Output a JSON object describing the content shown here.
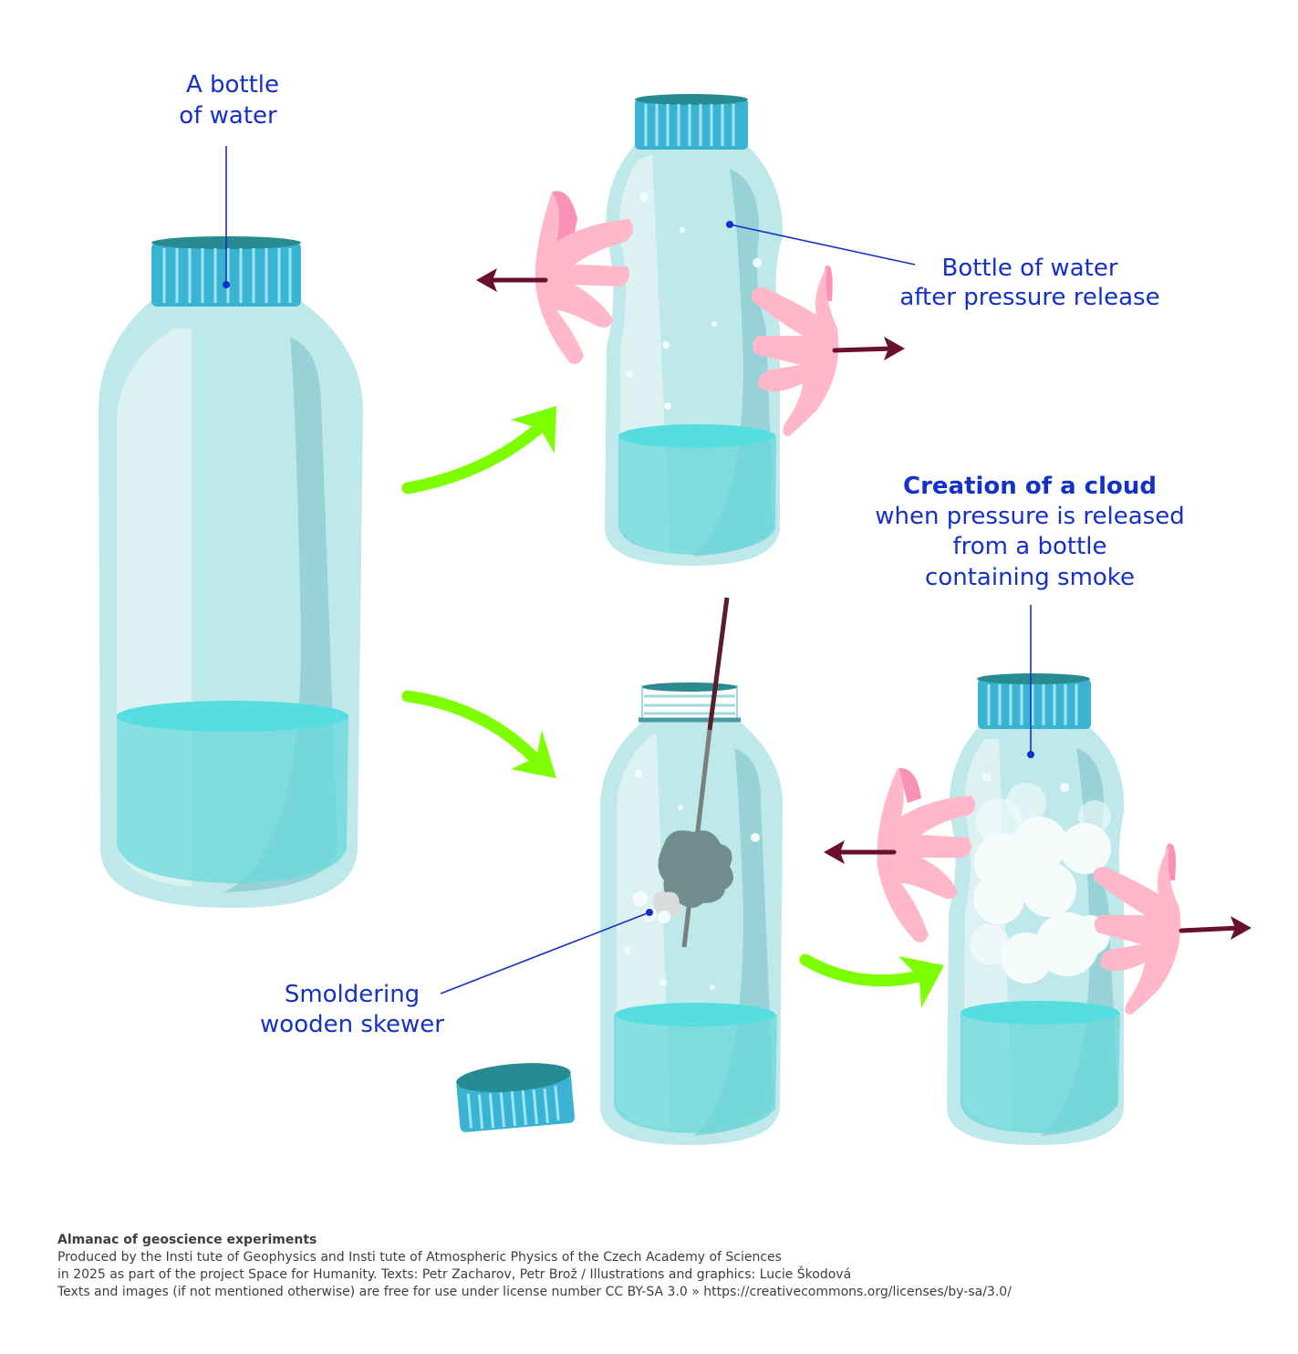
{
  "labels": {
    "bottle": [
      "A bottle",
      "of water"
    ],
    "after_release": [
      "Bottle of water",
      "after pressure release"
    ],
    "cloud_title": "Creation of a cloud",
    "cloud_desc": [
      "when pressure is released",
      "from a bottle",
      "containing smoke"
    ],
    "skewer": [
      "Smoldering",
      "wooden skewer"
    ]
  },
  "footer": {
    "title": "Almanac of geoscience experiments",
    "lines": [
      "Produced by the Insti tute of Geophysics and Insti tute of Atmospheric Physics of the Czech Academy of Sciences",
      "in 2025 as part of the project Space for Humanity. Texts: Petr Zacharov, Petr Brož / Illustrations and graphics: Lucie Škodová",
      "Texts and images (if not mentioned otherwise) are free for use under license number CC BY-SA 3.0 » https://creativecommons.org/licenses/by-sa/3.0/"
    ]
  },
  "colors": {
    "label": "#1530c8",
    "green_arrow": "#7dff00",
    "pull_arrow": "#6a0f2c",
    "hand": "#ffb7c9",
    "cap": "#3ab3d3",
    "water": "#6ad8da"
  }
}
